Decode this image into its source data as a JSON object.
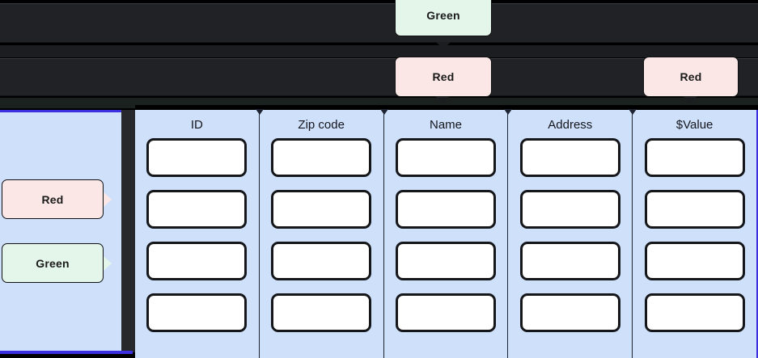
{
  "toolbar": {
    "badges": [
      {
        "id": "green-top",
        "label": "Green",
        "variant": "green"
      },
      {
        "id": "red-mid",
        "label": "Red",
        "variant": "red"
      },
      {
        "id": "red-right",
        "label": "Red",
        "variant": "red"
      }
    ]
  },
  "sidebar": {
    "badges": [
      {
        "id": "red-side",
        "label": "Red",
        "variant": "red"
      },
      {
        "id": "green-side",
        "label": "Green",
        "variant": "green"
      }
    ]
  },
  "table": {
    "columns": [
      {
        "header": "ID"
      },
      {
        "header": "Zip code"
      },
      {
        "header": "Name"
      },
      {
        "header": "Address"
      },
      {
        "header": "$Value"
      }
    ],
    "row_count": 4,
    "cell_values": [
      [
        "",
        "",
        "",
        "",
        ""
      ],
      [
        "",
        "",
        "",
        "",
        ""
      ],
      [
        "",
        "",
        "",
        "",
        ""
      ],
      [
        "",
        "",
        "",
        "",
        ""
      ]
    ]
  },
  "colors": {
    "panel_blue": "#cfe0fb",
    "accent_blue": "#3b2fe0",
    "badge_green": "#e4f5e9",
    "badge_red": "#fbe8e6",
    "dark_chrome": "#212226"
  }
}
